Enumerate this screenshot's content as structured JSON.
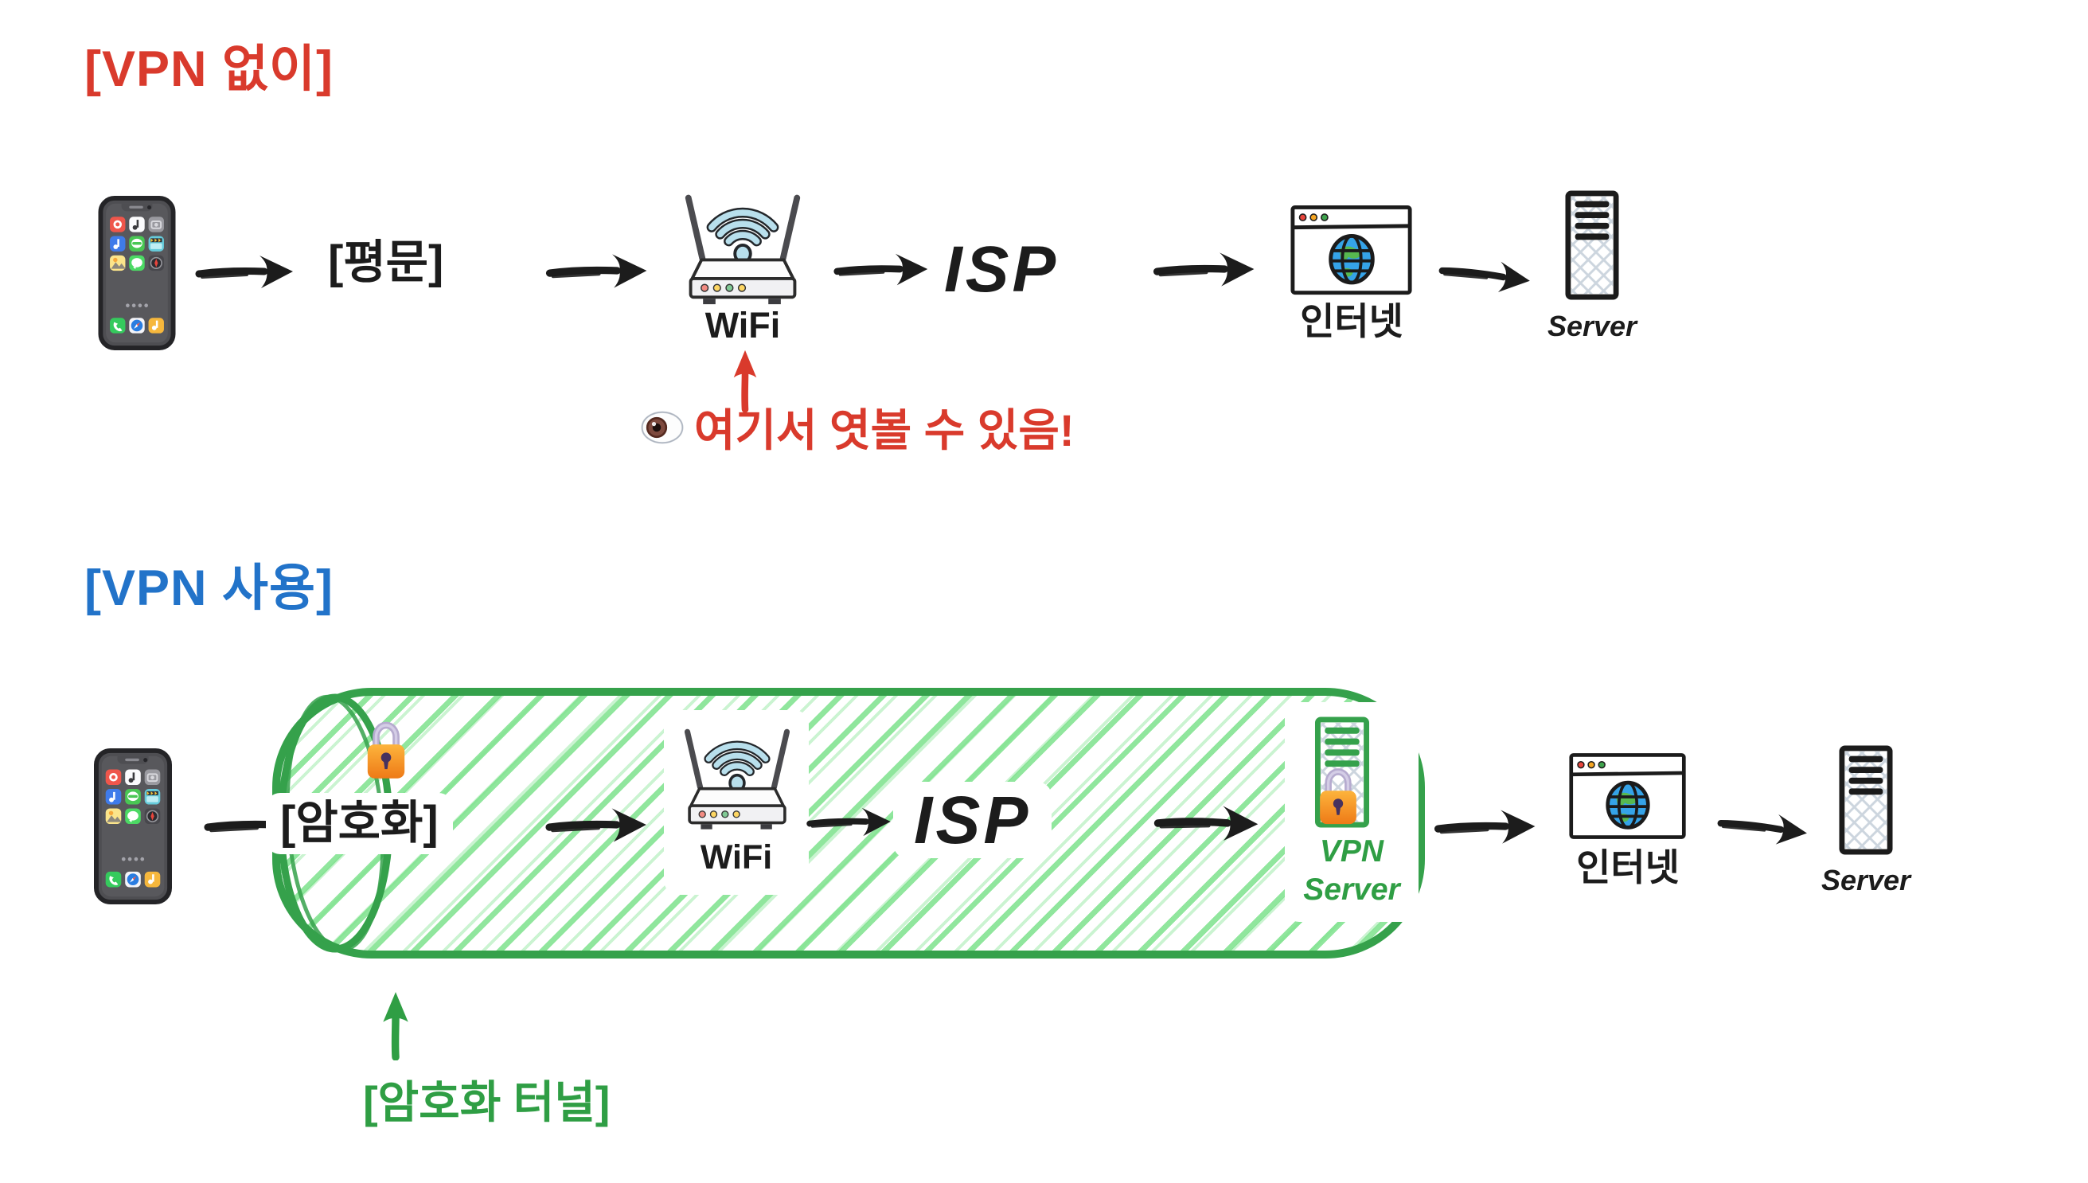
{
  "colors": {
    "red_accent": "#d93a2c",
    "blue_accent": "#2273c9",
    "green_accent": "#2f9e44",
    "green_hatch": "#7ce28c",
    "ink": "#1c1c1c"
  },
  "icons": {
    "phone": "smartphone-icon",
    "wifi_router": "wifi-router-icon",
    "browser": "browser-globe-icon",
    "server": "server-tower-icon",
    "vpn_server": "vpn-server-tower-icon",
    "padlock": "padlock-emoji-icon",
    "eye": "eye-emoji-icon",
    "flow_arrow": "hand-drawn-arrow-icon"
  },
  "no_vpn": {
    "title": "[VPN 없이]",
    "plaintext_label": "[평문]",
    "wifi_label": "WiFi",
    "isp_label": "ISP",
    "internet_label": "인터넷",
    "server_label": "Server",
    "eavesdrop_warning": "여기서 엿볼 수 있음!"
  },
  "vpn": {
    "title": "[VPN 사용]",
    "encrypted_label": "[암호화]",
    "wifi_label": "WiFi",
    "isp_label": "ISP",
    "vpn_server_label": [
      "VPN",
      "Server"
    ],
    "internet_label": "인터넷",
    "server_label": "Server",
    "tunnel_label": "[암호화 터널]"
  }
}
